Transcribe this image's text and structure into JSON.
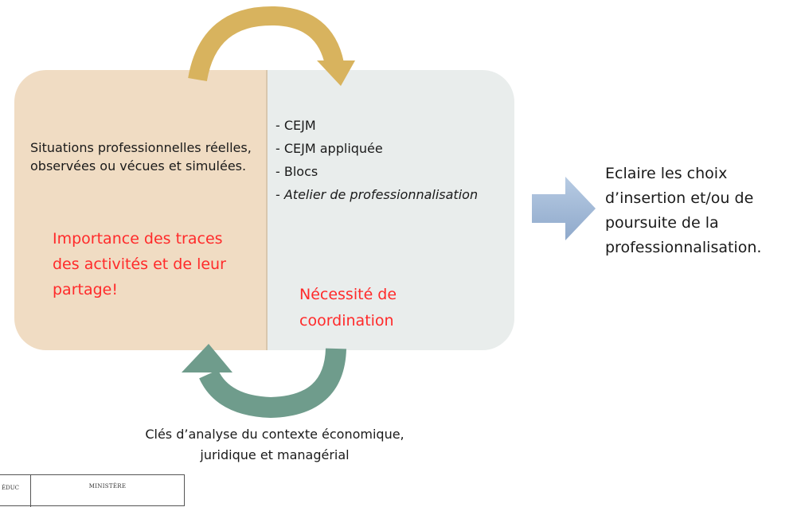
{
  "left_panel": {
    "situations": "Situations professionnelles réelles, observées ou vécues et simulées.",
    "importance": "Importance des traces des activités et de leur partage!"
  },
  "right_panel": {
    "items": [
      "- CEJM",
      "- CEJM appliquée",
      "- Blocs",
      "- Atelier de professionnalisation"
    ],
    "coordination": "Nécessité de coordination"
  },
  "outcome": "Eclaire les choix d’insertion et/ou de poursuite de la professionnalisation.",
  "keys": "Clés d’analyse du contexte économique, juridique et managérial",
  "logo": {
    "left": "ÉDUC",
    "right": "MINISTÈRE"
  },
  "colors": {
    "left_panel": "#f0dcc3",
    "right_panel": "#e9edec",
    "top_arrow": "#d8b35e",
    "bottom_arrow": "#6f9c8c",
    "side_arrow": "#9bb6d6",
    "highlight_text": "#ff2a2a"
  }
}
